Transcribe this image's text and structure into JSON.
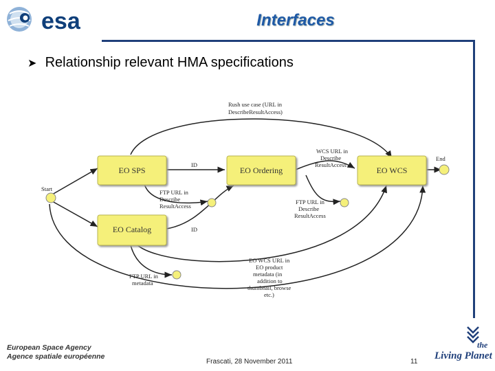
{
  "header": {
    "logo_text": "esa",
    "title": "Interfaces"
  },
  "bullet": {
    "text": "Relationship relevant HMA specifications"
  },
  "diagram": {
    "nodes": {
      "eo_sps": "EO SPS",
      "eo_ordering": "EO Ordering",
      "eo_wcs": "EO WCS",
      "eo_catalog": "EO Catalog"
    },
    "labels": {
      "start": "Start",
      "end": "End",
      "rush_line1": "Rush use case (URL in",
      "rush_line2": "DescribeResultAccess)",
      "id_top": "ID",
      "id_bottom": "ID",
      "wcs_url_1": "WCS URL in",
      "wcs_url_2": "Describe",
      "wcs_url_3": "ResultAccess",
      "ftp_sps_1": "FTP URL in",
      "ftp_sps_2": "Describe",
      "ftp_sps_3": "ResultAccess",
      "ftp_ord_1": "FTP URL in",
      "ftp_ord_2": "Describe",
      "ftp_ord_3": "ResultAccess",
      "ftp_meta_1": "FTP URL in",
      "ftp_meta_2": "metadata",
      "eo_wcs_url_1": "EO WCS URL in",
      "eo_wcs_url_2": "EO product",
      "eo_wcs_url_3": "metadata (in",
      "eo_wcs_url_4": "addition to",
      "eo_wcs_url_5": "thumbnail, browse",
      "eo_wcs_url_6": "etc.)"
    }
  },
  "footer": {
    "agency_en": "European Space Agency",
    "agency_fr": "Agence spatiale européenne",
    "date": "Frascati, 28 November 2011",
    "page": "11",
    "brand_line1": "the",
    "brand_line2": "Living Planet"
  },
  "colors": {
    "title": "#1f5aa6",
    "frame": "#1f3f7a",
    "node_fill": "#f5f07a",
    "node_stroke": "#b8b450"
  }
}
